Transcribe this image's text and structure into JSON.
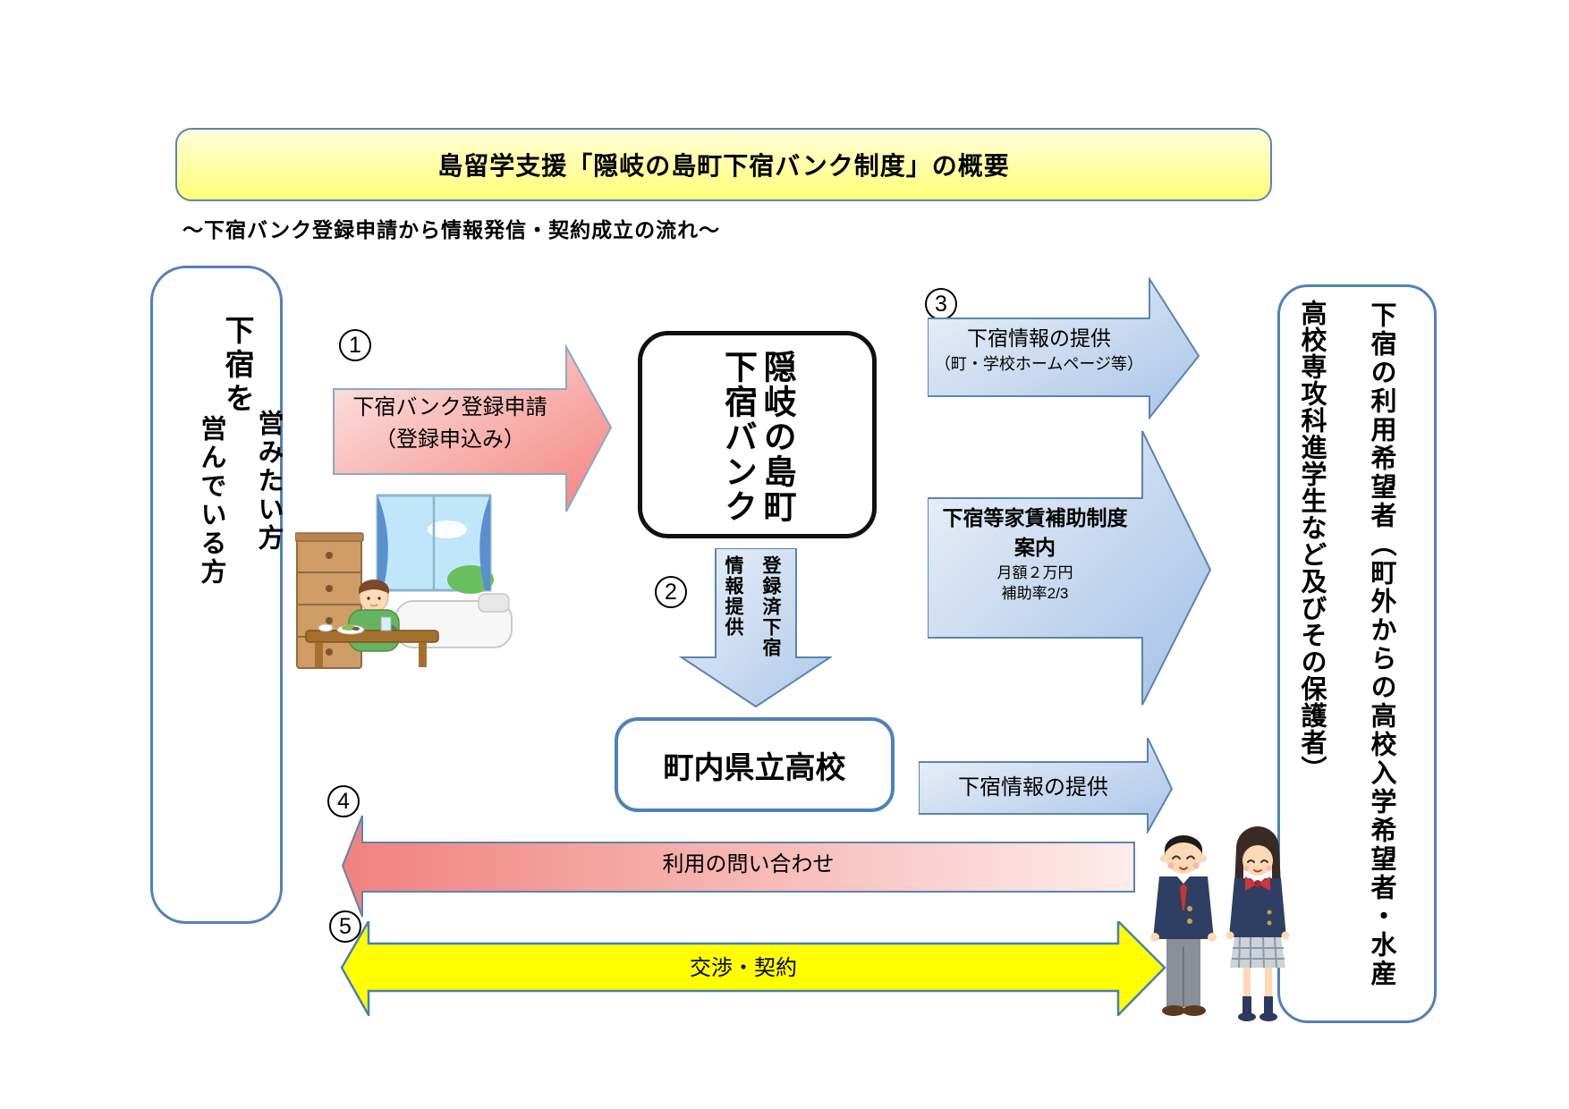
{
  "title": "島留学支援「隠岐の島町下宿バンク制度」の概要",
  "subtitle": "～下宿バンク登録申請から情報発信・契約成立の流れ～",
  "left_box": {
    "heading": "下宿を",
    "option_new": "営みたい方",
    "option_existing": "営んでいる方"
  },
  "bank_box": {
    "line1": "隠岐の島町",
    "line2": "下宿バンク"
  },
  "school_box": {
    "label": "町内県立高校"
  },
  "users_box": {
    "col1": "下宿の利用希望者（町外からの高校入学希望者・水産",
    "col2": "高校専攻科進学生など及びその保護者）"
  },
  "steps": {
    "s1": "1",
    "s2": "2",
    "s3": "3",
    "s4": "4",
    "s5": "5"
  },
  "arrows": {
    "register": {
      "line1": "下宿バンク登録申請",
      "line2": "（登録申込み）"
    },
    "info_hp": {
      "line1": "下宿情報の提供",
      "line2": "（町・学校ホームページ等）"
    },
    "registered": {
      "col_right": "登録済下宿",
      "col_left": "情報提供"
    },
    "subsidy": {
      "line1": "下宿等家賃補助制度",
      "line2": "案内",
      "line3": "月額２万円",
      "line4": "補助率2/3"
    },
    "info_school": {
      "label": "下宿情報の提供"
    },
    "inquiry": {
      "label": "利用の問い合わせ"
    },
    "contract": {
      "label": "交渉・契約"
    }
  },
  "colors": {
    "banner_yellow": "#ffff85",
    "border_blue": "#4f81bd",
    "arrow_blue_light": "#eef3fa",
    "arrow_blue_dark": "#a9c4e7",
    "arrow_pink_light": "#fbe4e2",
    "arrow_pink_dark": "#f4827e",
    "arrow_yellow": "#ffff00"
  }
}
